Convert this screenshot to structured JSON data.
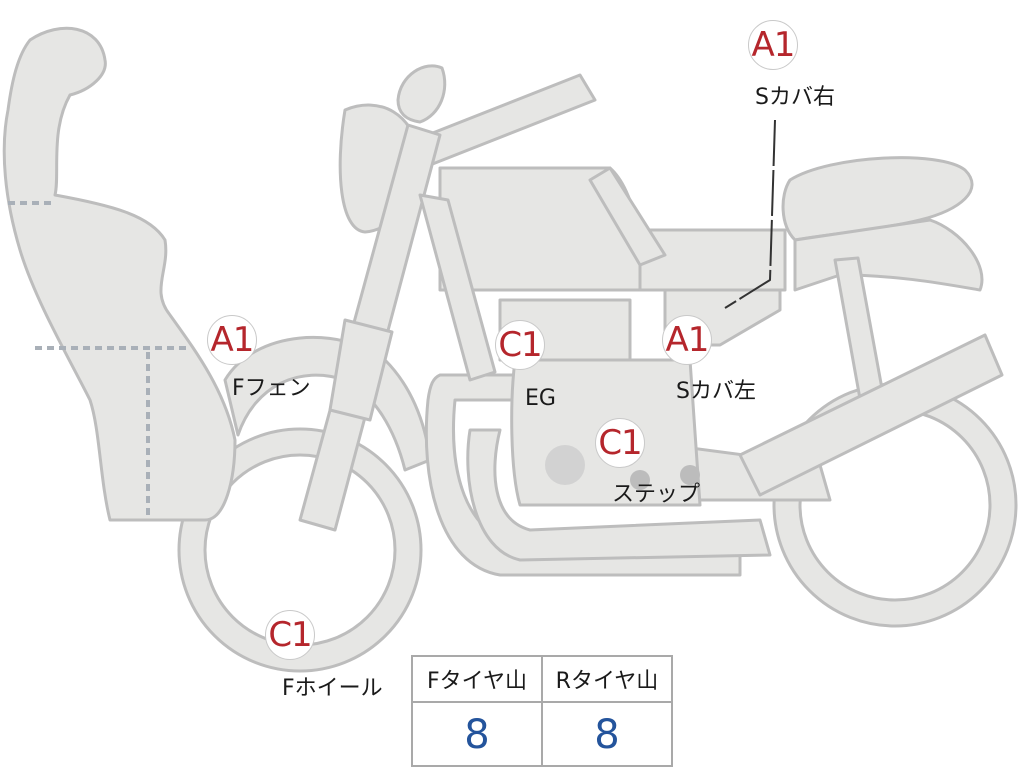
{
  "markers": {
    "s_cover_right": {
      "grade": "A1",
      "label": "Sカバ右"
    },
    "f_fender": {
      "grade": "A1",
      "label": "Fフェン"
    },
    "engine": {
      "grade": "C1",
      "label": "EG"
    },
    "s_cover_left": {
      "grade": "A1",
      "label": "Sカバ左"
    },
    "step": {
      "grade": "C1",
      "label": "ステップ"
    },
    "f_wheel": {
      "grade": "C1",
      "label": "Fホイール"
    }
  },
  "tread_table": {
    "front_header": "Fタイヤ山",
    "rear_header": "Rタイヤ山",
    "front_value": "8",
    "rear_value": "8"
  },
  "colors": {
    "body_fill": "#e6e6e4",
    "outline": "#bdbdbd",
    "grade_red": "#b5262c",
    "value_blue": "#24549c"
  }
}
